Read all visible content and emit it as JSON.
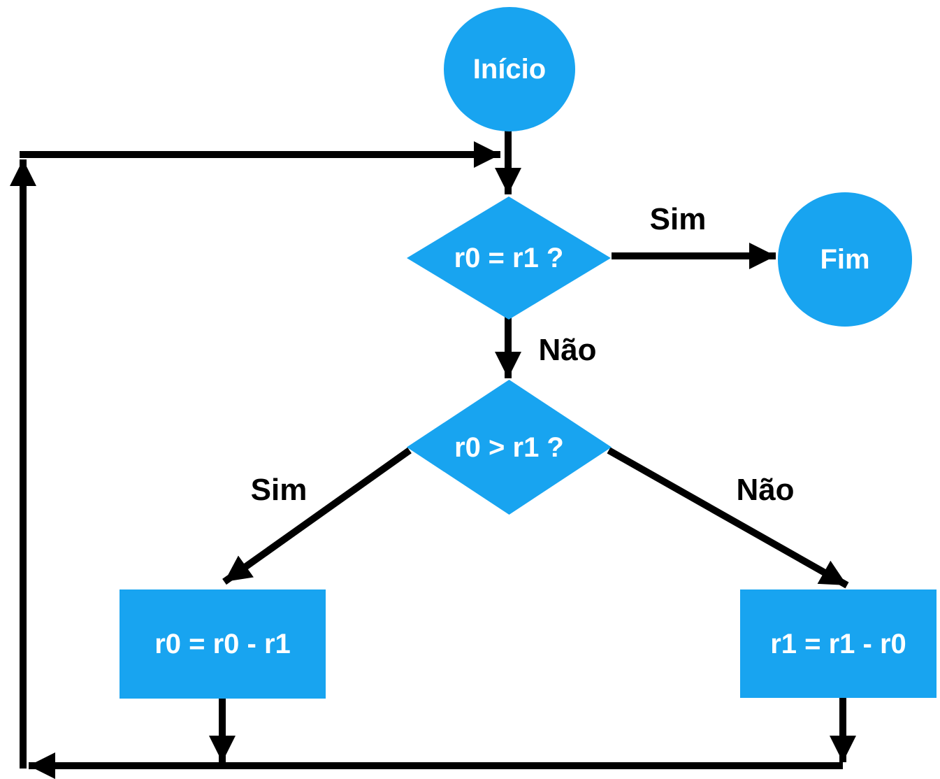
{
  "diagram": {
    "type": "flowchart",
    "description": "GCD by repeated subtraction flowchart (Portuguese labels)",
    "colors": {
      "node_fill": "#18A4F0",
      "node_text": "#FFFFFF",
      "edge_stroke": "#000000",
      "edge_label_text": "#000000",
      "background": "#FFFFFF"
    },
    "nodes": {
      "start": {
        "label": "Início",
        "shape": "circle"
      },
      "decision_equal": {
        "label": "r0 = r1 ?",
        "shape": "diamond"
      },
      "end": {
        "label": "Fim",
        "shape": "circle"
      },
      "decision_greater": {
        "label": "r0 > r1 ?",
        "shape": "diamond"
      },
      "process_left": {
        "label": "r0 = r0 - r1",
        "shape": "rectangle"
      },
      "process_right": {
        "label": "r1 = r1 - r0",
        "shape": "rectangle"
      }
    },
    "edge_labels": {
      "equal_yes": "Sim",
      "equal_no": "Não",
      "greater_yes": "Sim",
      "greater_no": "Não"
    },
    "edges": [
      {
        "from": "start",
        "to": "decision_equal",
        "label": ""
      },
      {
        "from": "decision_equal",
        "to": "end",
        "label": "Sim"
      },
      {
        "from": "decision_equal",
        "to": "decision_greater",
        "label": "Não"
      },
      {
        "from": "decision_greater",
        "to": "process_left",
        "label": "Sim"
      },
      {
        "from": "decision_greater",
        "to": "process_right",
        "label": "Não"
      },
      {
        "from": "process_left",
        "to": "loop_bottom_line",
        "label": ""
      },
      {
        "from": "process_right",
        "to": "loop_bottom_line",
        "label": ""
      },
      {
        "from": "loop_bottom_line",
        "to": "loop_left_line",
        "label": ""
      },
      {
        "from": "loop_left_line",
        "to": "decision_equal",
        "label": ""
      }
    ]
  }
}
